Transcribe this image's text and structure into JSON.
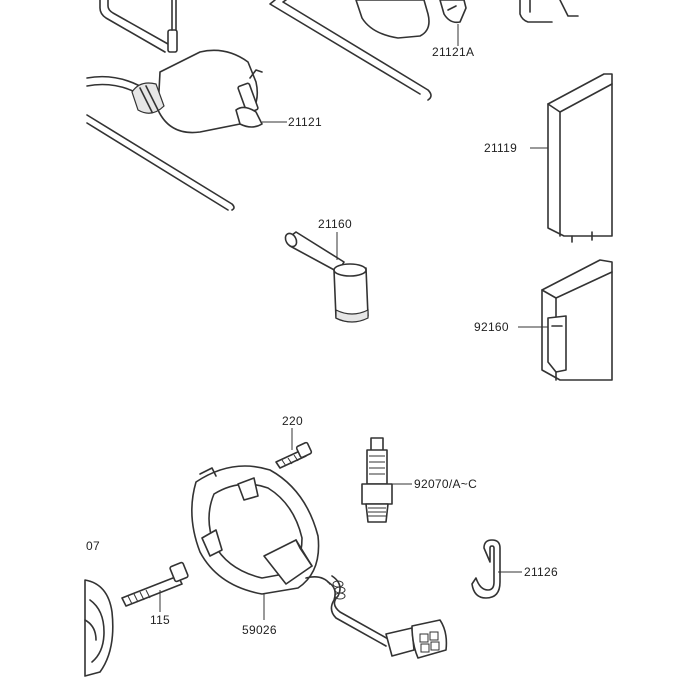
{
  "diagram": {
    "parts": [
      {
        "id": "p21121A",
        "label": "21121A"
      },
      {
        "id": "p21121",
        "label": "21121"
      },
      {
        "id": "p21119",
        "label": "21119"
      },
      {
        "id": "p21160",
        "label": "21160"
      },
      {
        "id": "p92160",
        "label": "92160"
      },
      {
        "id": "p220",
        "label": "220"
      },
      {
        "id": "p92070",
        "label": "92070/A~C"
      },
      {
        "id": "p07",
        "label": "07"
      },
      {
        "id": "p21126",
        "label": "21126"
      },
      {
        "id": "p115",
        "label": "115"
      },
      {
        "id": "p59026",
        "label": "59026"
      }
    ]
  }
}
